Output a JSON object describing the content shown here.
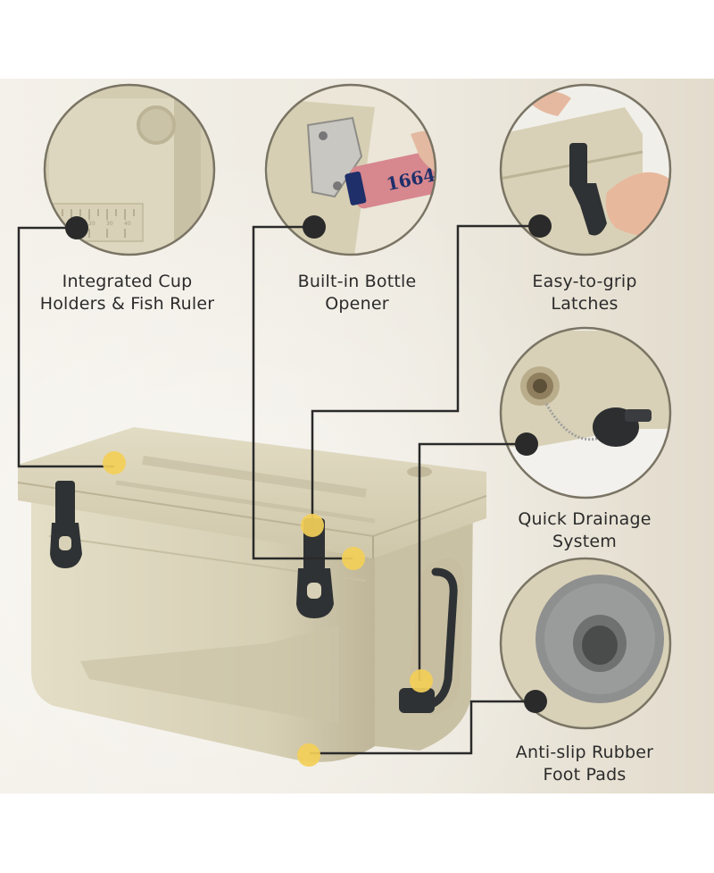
{
  "features": [
    {
      "id": "cup-holders",
      "line1": "Integrated Cup",
      "line2": "Holders & Fish Ruler"
    },
    {
      "id": "bottle-opener",
      "line1": "Built-in Bottle",
      "line2": "Opener"
    },
    {
      "id": "latches",
      "line1": "Easy-to-grip",
      "line2": "Latches"
    },
    {
      "id": "drainage",
      "line1": "Quick Drainage",
      "line2": "System"
    },
    {
      "id": "foot-pads",
      "line1": "Anti-slip Rubber",
      "line2": "Foot Pads"
    }
  ],
  "ruler_marks": [
    "10",
    "20",
    "30",
    "40"
  ],
  "bottle_text": "1664",
  "colors": {
    "cooler_body": "#d8d1b7",
    "cooler_shadow": "#bdb497",
    "latch": "#2f3234",
    "marker": "#f3cf58",
    "leader_line": "#2a2a2a",
    "circle_border": "#7a7464",
    "rubber_pad": "#8e8f8f"
  }
}
